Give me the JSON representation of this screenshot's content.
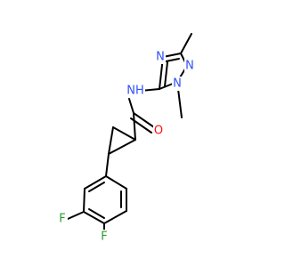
{
  "molecule": {
    "colors": {
      "bond": "#000000",
      "nitrogen": "#3050f8",
      "oxygen": "#ff0d0d",
      "fluorine": "#2e9c2e",
      "background": "#ffffff"
    },
    "atoms": {
      "nh": "NH",
      "o": "O",
      "n_triazole_top": "N",
      "n_triazole_right": "N",
      "n_triazole_methyl": "N",
      "f_meta": "F",
      "f_para": "F"
    }
  }
}
